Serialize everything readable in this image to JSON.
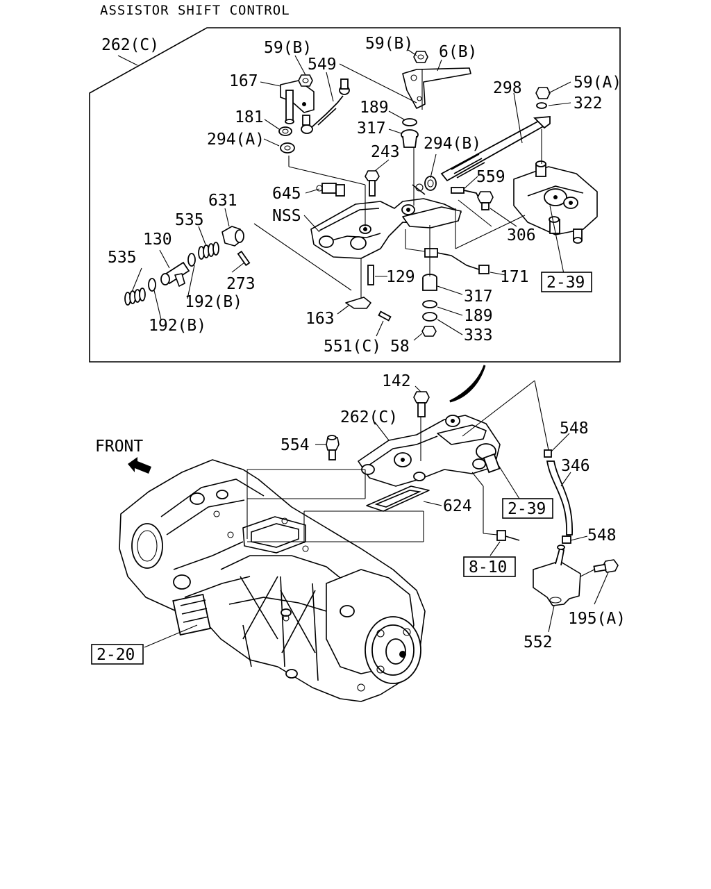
{
  "title": "ASSISTOR SHIFT CONTROL",
  "front_label": "FRONT",
  "callouts": {
    "c262c_top": "262(C)",
    "c59b_left": "59(B)",
    "c59b_right": "59(B)",
    "c6b": "6(B)",
    "c549": "549",
    "c167": "167",
    "c189_top": "189",
    "c298": "298",
    "c59a": "59(A)",
    "c322": "322",
    "c181": "181",
    "c317_top": "317",
    "c294a": "294(A)",
    "c294b": "294(B)",
    "c243": "243",
    "c559": "559",
    "c645": "645",
    "c631": "631",
    "cnss": "NSS",
    "c535_upper": "535",
    "c306": "306",
    "c130": "130",
    "c535_lower": "535",
    "c273": "273",
    "c171": "171",
    "c192b_upper": "192(B)",
    "c129": "129",
    "c317_bottom": "317",
    "c192b_lower": "192(B)",
    "c163": "163",
    "c189_bottom": "189",
    "c333": "333",
    "c551c": "551(C)",
    "c58": "58",
    "c142": "142",
    "c262c_bottom": "262(C)",
    "c548_top": "548",
    "c554": "554",
    "c346": "346",
    "c624": "624",
    "c548_bottom": "548",
    "c195a": "195(A)",
    "c552": "552"
  },
  "refs": {
    "r239_top": "2-39",
    "r239_bottom": "2-39",
    "r810": "8-10",
    "r220": "2-20"
  }
}
